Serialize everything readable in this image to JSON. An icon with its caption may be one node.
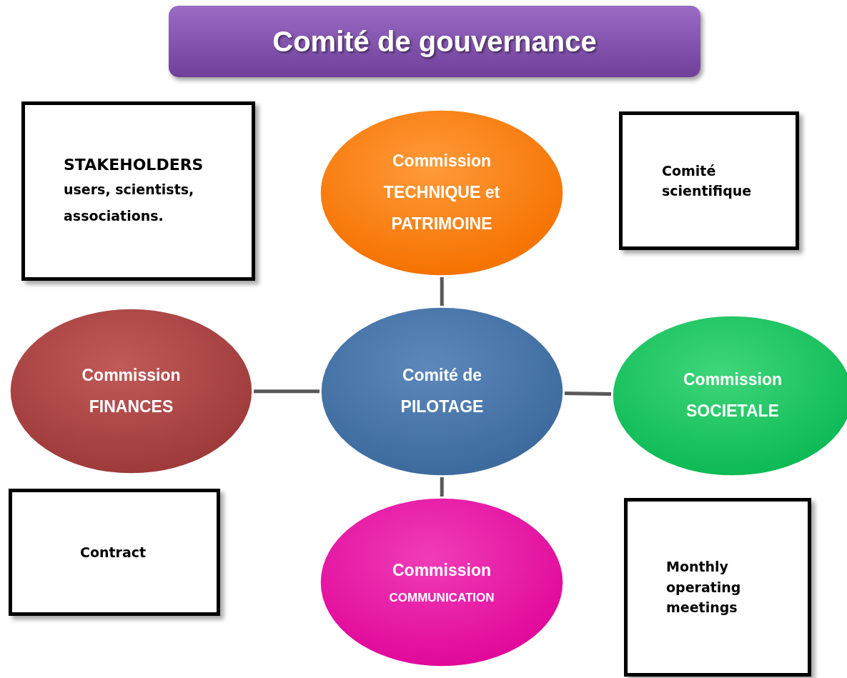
{
  "diagram": {
    "nodes": [
      {
        "text": [
          "Comité de gouvernance"
        ]
      },
      {
        "text": [
          "STAKEHOLDERS",
          "users, scientists, associations."
        ]
      },
      {
        "text": [
          "Commission",
          "TECHNIQUE et PATRIMOINE"
        ]
      },
      {
        "text": [
          "Comité scientifique"
        ]
      },
      {
        "text": [
          "Commission",
          "FINANCES"
        ]
      },
      {
        "text": [
          "Comité de PILOTAGE"
        ]
      },
      {
        "text": [
          "Commission",
          "SOCIETALE"
        ]
      },
      {
        "text": [
          "Contract"
        ]
      },
      {
        "text": [
          "Commission",
          "COMMUNICATION"
        ]
      },
      {
        "text": [
          "Monthly operating meetings"
        ]
      }
    ],
    "edges": [
      {
        "from": 5,
        "to": 2,
        "arrow": "none"
      },
      {
        "from": 4,
        "to": 5,
        "arrow": "none"
      },
      {
        "from": 5,
        "to": 6,
        "arrow": "none"
      },
      {
        "from": 5,
        "to": 8,
        "arrow": "none"
      }
    ]
  }
}
